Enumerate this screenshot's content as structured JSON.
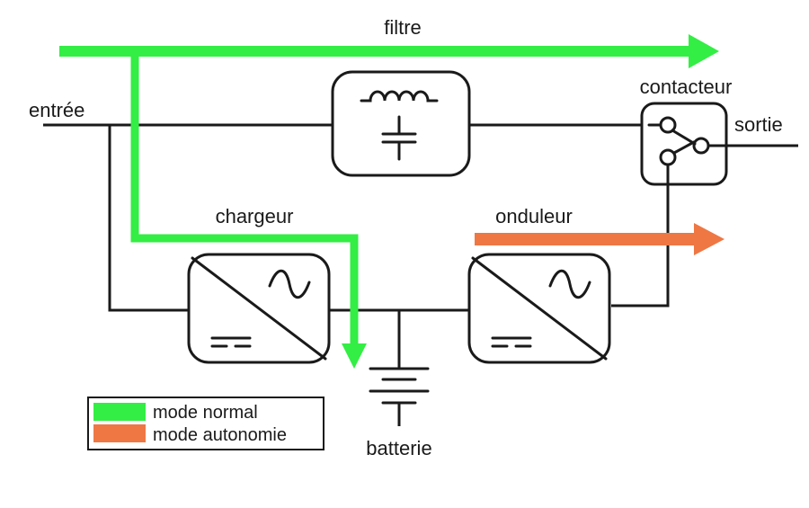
{
  "labels": {
    "filtre": "filtre",
    "entree": "entrée",
    "contacteur": "contacteur",
    "sortie": "sortie",
    "chargeur": "chargeur",
    "onduleur": "onduleur",
    "batterie": "batterie"
  },
  "legend": {
    "items": [
      {
        "label": "mode normal",
        "color": "#33ee44"
      },
      {
        "label": "mode autonomie",
        "color": "#ee7744"
      }
    ]
  },
  "colors": {
    "normal_path": "#33ee44",
    "autonomy_path": "#ee7744",
    "wire": "#1a1a1a"
  }
}
